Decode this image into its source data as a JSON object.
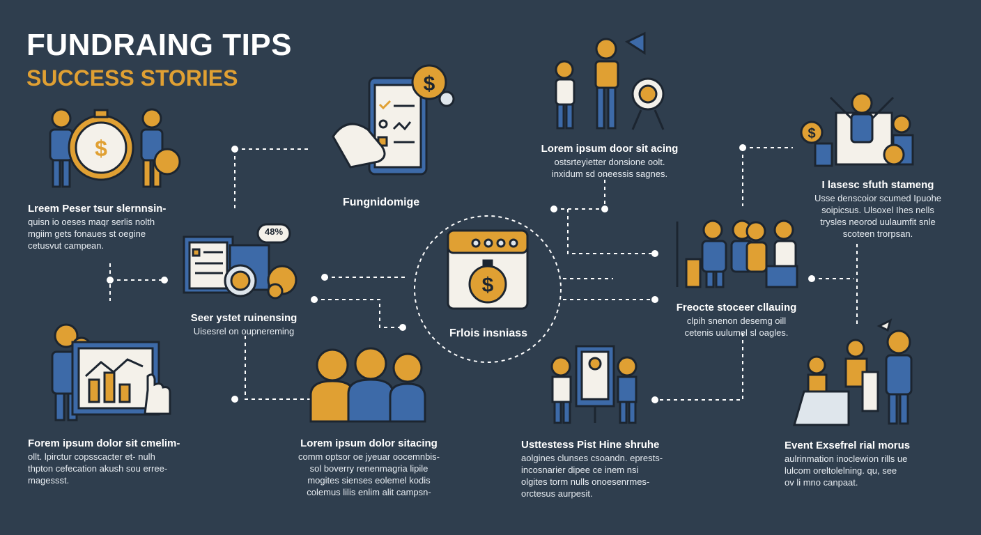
{
  "header": {
    "title": "FUNDRAING TIPS",
    "subtitle": "SUCCESS STORIES"
  },
  "colors": {
    "background": "#2f3e4e",
    "accent": "#e0a033",
    "blue": "#3d6aa8",
    "outline": "#1c2530",
    "paper": "#f4f1ea"
  },
  "center": {
    "label": "Frlois insniass",
    "icon": "laptop-stopwatch-dollar-icon"
  },
  "nodes": {
    "top_mid_label": "Fungnidomige",
    "left_top": {
      "heading": "Lreem Peser tsur slernnsin-",
      "lines": [
        "quisn io oeses maqr serlis nolth",
        "mgiim gets fonaues st oegine",
        "cetusvut campean."
      ]
    },
    "left_mid": {
      "heading": "Seer ystet ruinensing",
      "lines": [
        "Uisesrel on oupnereming"
      ],
      "badge": "48%"
    },
    "left_bottom": {
      "heading": "Forem ipsum dolor sit cmelim-",
      "lines": [
        "ollt. lpirctur copsscacter et- nulh",
        "thpton cefecation akush sou erree-",
        "magessst."
      ]
    },
    "top_center": {
      "heading": "Lorem ipsum door sit acing",
      "lines": [
        "ostsrteyietter donsione oolt.",
        "inxidum sd oneessis sagnes."
      ]
    },
    "top_right": {
      "heading": "I lasesc sfuth stameng",
      "lines": [
        "Usse denscoior scumed Ipuohe",
        "soipicsus. Ulsoxel Ihes nells",
        "trysles neorod uulaumfit snle",
        "scoteen trorpsan."
      ]
    },
    "mid_right": {
      "heading": "Freocte stoceer cllauing",
      "lines": [
        "clpih snenon desemg oill",
        "cetenis uulumel sl oagles."
      ]
    },
    "bottom_mid": {
      "heading": "Lorem ipsum dolor sitacing",
      "lines": [
        "comm optsor oe jyeuar oocemnbis-",
        "sol boverry renenmagria lipile",
        "mogites sienses eolemel kodis",
        "colemus lilis enlim alit campsn-"
      ]
    },
    "bottom_center_right": {
      "heading": "Usttestess Pist Hine shruhe",
      "lines": [
        "aolgines clunses csoandn. eprests-",
        "incosnarier dipee ce inem nsi",
        "olgites torm nulls onoesenrmes-",
        "orctesus aurpesit."
      ]
    },
    "bottom_right": {
      "heading": "Event Exsefrel rial morus",
      "lines": [
        "aulrinmation inoclewion rills ue",
        "lulcom oreltolelning. qu, see",
        "ov li mno canpaat."
      ]
    }
  }
}
